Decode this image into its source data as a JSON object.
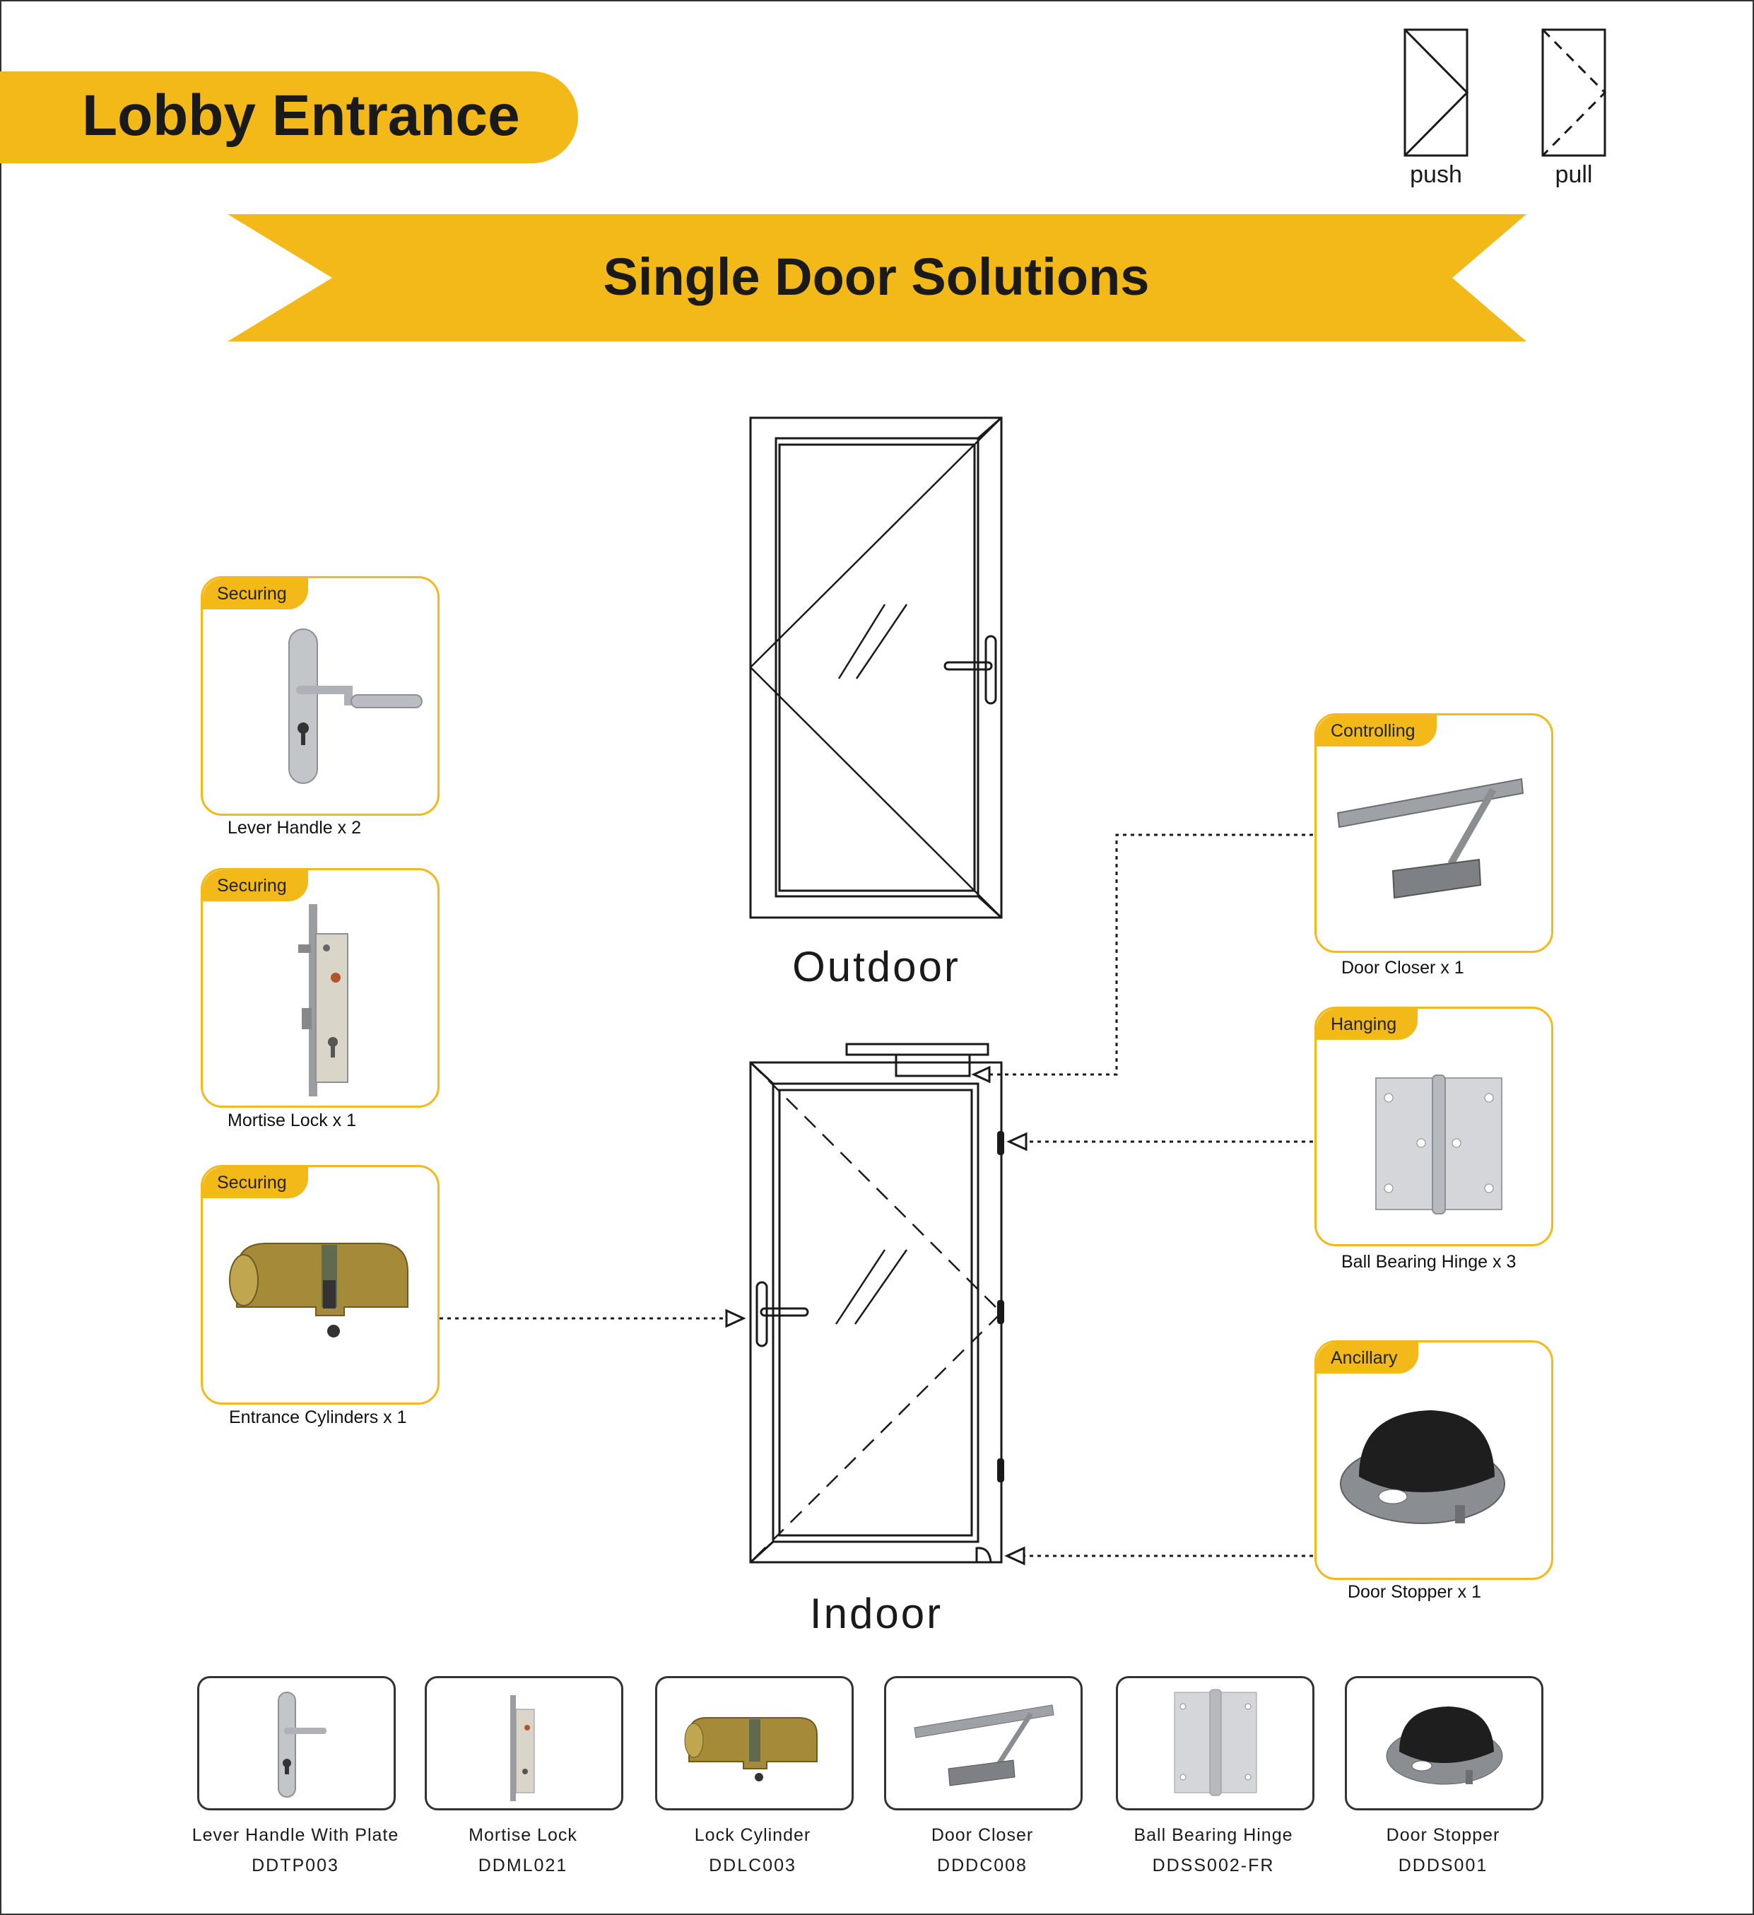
{
  "header": {
    "title": "Lobby Entrance"
  },
  "legend": {
    "push_label": "push",
    "pull_label": "pull"
  },
  "banner": {
    "title": "Single Door Solutions"
  },
  "doors": {
    "outdoor_label": "Outdoor",
    "indoor_label": "Indoor"
  },
  "left_cards": [
    {
      "tag": "Securing",
      "caption": "Lever Handle x 2"
    },
    {
      "tag": "Securing",
      "caption": "Mortise Lock x 1"
    },
    {
      "tag": "Securing",
      "caption": "Entrance Cylinders x 1"
    }
  ],
  "right_cards": [
    {
      "tag": "Controlling",
      "caption": "Door Closer x 1"
    },
    {
      "tag": "Hanging",
      "caption": "Ball Bearing Hinge x 3"
    },
    {
      "tag": "Ancillary",
      "caption": "Door Stopper x 1"
    }
  ],
  "products": [
    {
      "name": "Lever Handle With Plate",
      "code": "DDTP003",
      "icon": "lever-handle-icon"
    },
    {
      "name": "Mortise Lock",
      "code": "DDML021",
      "icon": "mortise-lock-icon"
    },
    {
      "name": "Lock Cylinder",
      "code": "DDLC003",
      "icon": "lock-cylinder-icon"
    },
    {
      "name": "Door Closer",
      "code": "DDDC008",
      "icon": "door-closer-icon"
    },
    {
      "name": "Ball Bearing Hinge",
      "code": "DDSS002-FR",
      "icon": "hinge-icon"
    },
    {
      "name": "Door Stopper",
      "code": "DDDS001",
      "icon": "door-stopper-icon"
    }
  ],
  "colors": {
    "accent": "#f2b918",
    "line": "#1a1a1a",
    "metal": "#b9bcbf",
    "brass": "#a58a3a"
  }
}
